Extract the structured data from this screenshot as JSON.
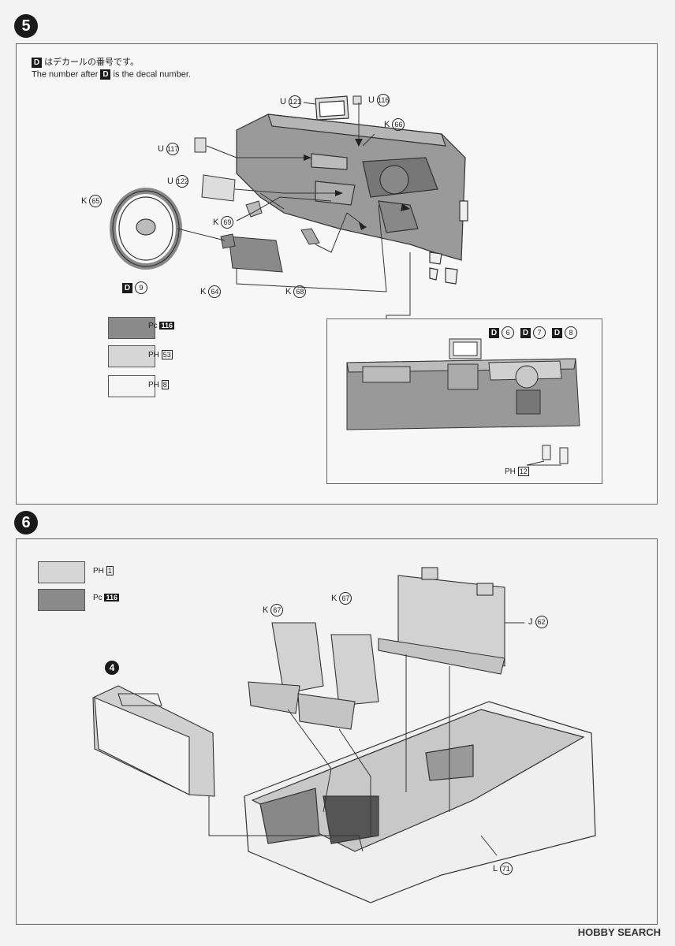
{
  "steps": {
    "step5": {
      "number": "5"
    },
    "step6": {
      "number": "6"
    }
  },
  "note": {
    "line1_prefix": "D",
    "line1_text": "はデカールの番号です。",
    "line2_pre": "The number after ",
    "line2_box": "D",
    "line2_post": " is the decal number."
  },
  "step5_parts": {
    "u121": {
      "letter": "U",
      "num": "121"
    },
    "u116": {
      "letter": "U",
      "num": "116"
    },
    "k66": {
      "letter": "K",
      "num": "66"
    },
    "u117": {
      "letter": "U",
      "num": "117"
    },
    "u122": {
      "letter": "U",
      "num": "122"
    },
    "k65": {
      "letter": "K",
      "num": "65"
    },
    "k69": {
      "letter": "K",
      "num": "69"
    },
    "d9": {
      "letter": "D",
      "num": "9"
    },
    "k64": {
      "letter": "K",
      "num": "64"
    },
    "k68": {
      "letter": "K",
      "num": "68"
    }
  },
  "step5_paints": {
    "pc116": {
      "prefix": "Pc",
      "code": "116"
    },
    "ph53": {
      "prefix": "PH",
      "code": "53"
    },
    "ph8": {
      "prefix": "PH",
      "code": "8"
    }
  },
  "detail": {
    "d6": {
      "letter": "D",
      "num": "6"
    },
    "d7": {
      "letter": "D",
      "num": "7"
    },
    "d8": {
      "letter": "D",
      "num": "8"
    },
    "ph12": {
      "prefix": "PH",
      "code": "12"
    }
  },
  "step6_paints": {
    "ph1": {
      "prefix": "PH",
      "code": "1"
    },
    "pc116": {
      "prefix": "Pc",
      "code": "116"
    }
  },
  "step6_parts": {
    "k67a": {
      "letter": "K",
      "num": "67"
    },
    "k67b": {
      "letter": "K",
      "num": "67"
    },
    "j62": {
      "letter": "J",
      "num": "62"
    },
    "ref4": {
      "num": "4"
    },
    "l71": {
      "letter": "L",
      "num": "71"
    }
  },
  "colors": {
    "dark_gray": "#8a8a8a",
    "light_gray": "#d6d6d6",
    "white": "#f5f5f5"
  },
  "watermark": "HOBBY SEARCH"
}
